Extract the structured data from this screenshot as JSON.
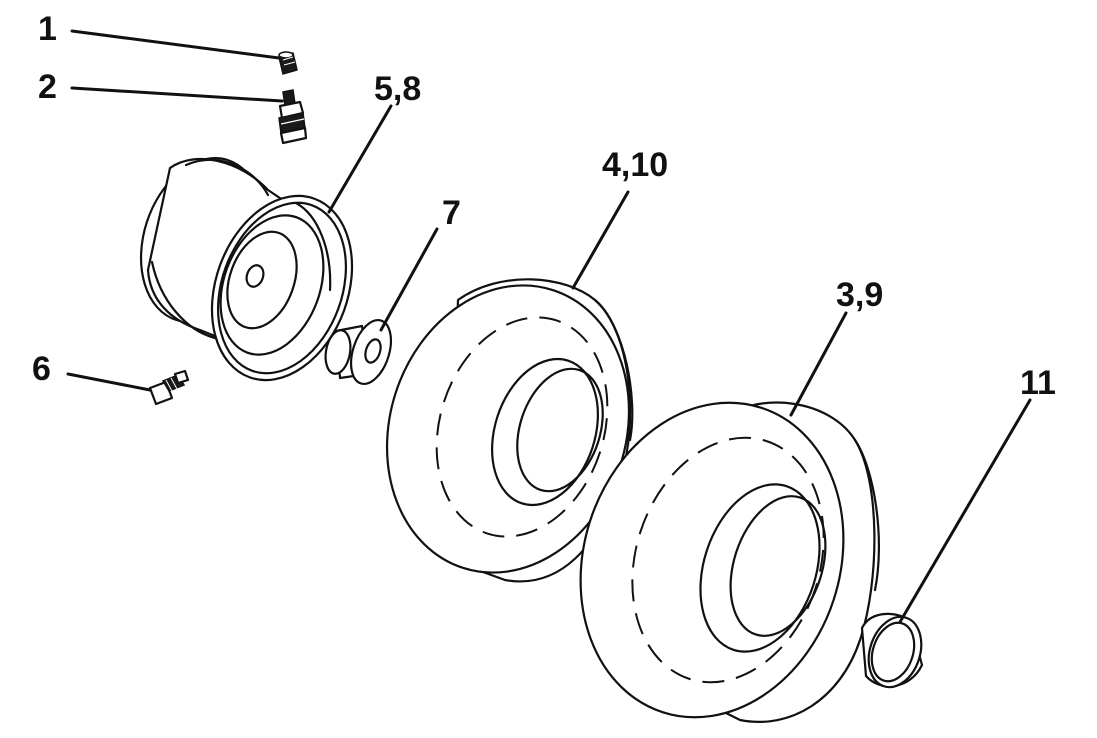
{
  "diagram": {
    "callouts": [
      {
        "id": "c1",
        "label": "1",
        "part": "valve-cap"
      },
      {
        "id": "c2",
        "label": "2",
        "part": "valve-stem"
      },
      {
        "id": "c58",
        "label": "5,8",
        "part": "wheel-rim"
      },
      {
        "id": "c410",
        "label": "4,10",
        "part": "tire"
      },
      {
        "id": "c7",
        "label": "7",
        "part": "bushing"
      },
      {
        "id": "c39",
        "label": "3,9",
        "part": "tire"
      },
      {
        "id": "c6",
        "label": "6",
        "part": "grease-fitting"
      },
      {
        "id": "c11",
        "label": "11",
        "part": "hub-cap"
      }
    ]
  }
}
